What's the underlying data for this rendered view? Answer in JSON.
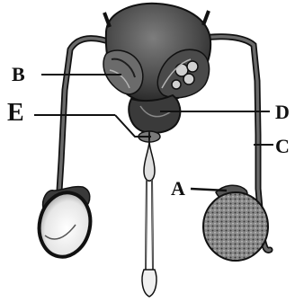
{
  "figure": {
    "labels": {
      "a": "A",
      "b": "B",
      "c": "C",
      "d": "D",
      "e": "E"
    },
    "colors": {
      "outline": "#111111",
      "tissue_dark": "#2f2f2f",
      "tissue_mid": "#6b6b6b",
      "tissue_light": "#b5b5b5",
      "duct": "#5a5a5a",
      "testis_light": "#f2f2f2",
      "testis_textured": "#8a8a8a"
    }
  }
}
